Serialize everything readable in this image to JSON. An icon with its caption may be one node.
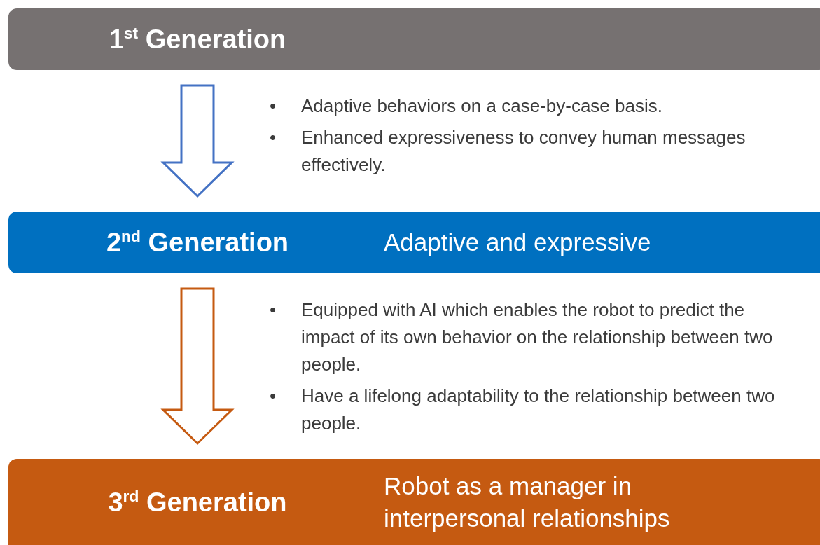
{
  "diagram": {
    "nodes": [
      {
        "text": [
          "1$^{st}$ Generation"
        ]
      },
      {
        "text": [
          "2$^{nd}$ Generation",
          "Adaptive and expressive"
        ]
      },
      {
        "text": [
          "3$^{rd}$ Generation",
          "Robot as a manager in interpersonal relationships"
        ]
      }
    ],
    "edges": [
      {
        "from": 0,
        "to": 1,
        "arrow": "to",
        "color": "#4472c4"
      },
      {
        "from": 1,
        "to": 2,
        "arrow": "to",
        "color": "#c55a11"
      }
    ],
    "labels": [
      "•",
      "Adaptive behaviors on a case-by-case basis.",
      "•",
      "Enhanced expressiveness to convey human messages effectively.",
      "•",
      "Equipped with AI which enables the robot to predict the impact of its own behavior on the relationship between two people.",
      "•",
      "Have a lifelong adaptability to the relationship between two people."
    ]
  }
}
